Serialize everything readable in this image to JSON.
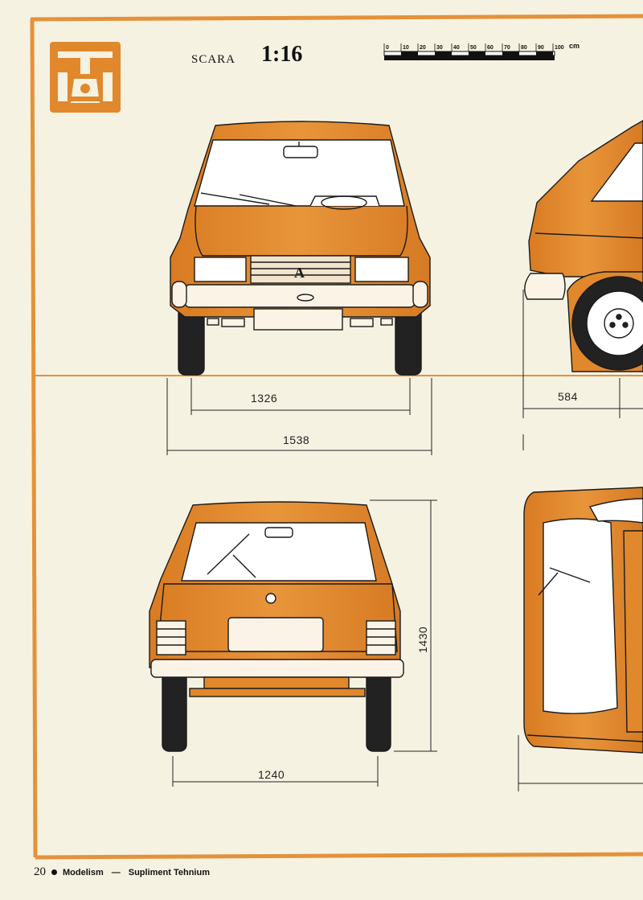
{
  "scale": {
    "word": "SCARA",
    "ratio": "1:16",
    "ticks": [
      "0",
      "10",
      "20",
      "30",
      "40",
      "50",
      "60",
      "70",
      "80",
      "90",
      "100"
    ],
    "unit": "cm"
  },
  "dimensions": {
    "front_track": "1326",
    "front_width": "1538",
    "side_overhang": "584",
    "rear_track": "1240",
    "height": "1430"
  },
  "footer": {
    "page_number": "20",
    "publication": "Modelism",
    "separator": "—",
    "supplement": "Supliment Tehnium"
  },
  "colors": {
    "body": "#e1882c",
    "frame": "#e3923b",
    "paper": "#f6f2e2",
    "line": "#1a1a1a"
  },
  "icons": [
    "race-car-logo-icon"
  ]
}
